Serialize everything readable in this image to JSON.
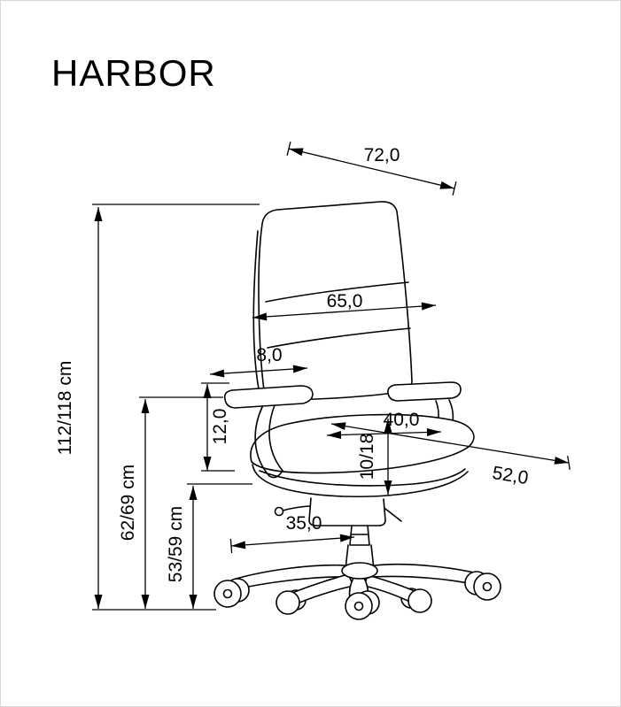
{
  "title": "HARBOR",
  "dimensions": {
    "overall_height": {
      "label": "112/118 cm"
    },
    "armrest_floor_height": {
      "label": "62/69 cm"
    },
    "seat_floor_height": {
      "label": "53/59 cm"
    },
    "depth_top": {
      "label": "72,0"
    },
    "backrest_width": {
      "label": "65,0"
    },
    "armrest_pad_width": {
      "label": "8,0"
    },
    "armrest_pad_height": {
      "label": "12,0"
    },
    "seat_depth": {
      "label": "40,0"
    },
    "seat_lift_range": {
      "label": "10/18"
    },
    "seat_width": {
      "label": "52,0"
    },
    "base_detail": {
      "label": "35,0"
    }
  },
  "colors": {
    "line": "#000000",
    "background": "#ffffff"
  }
}
